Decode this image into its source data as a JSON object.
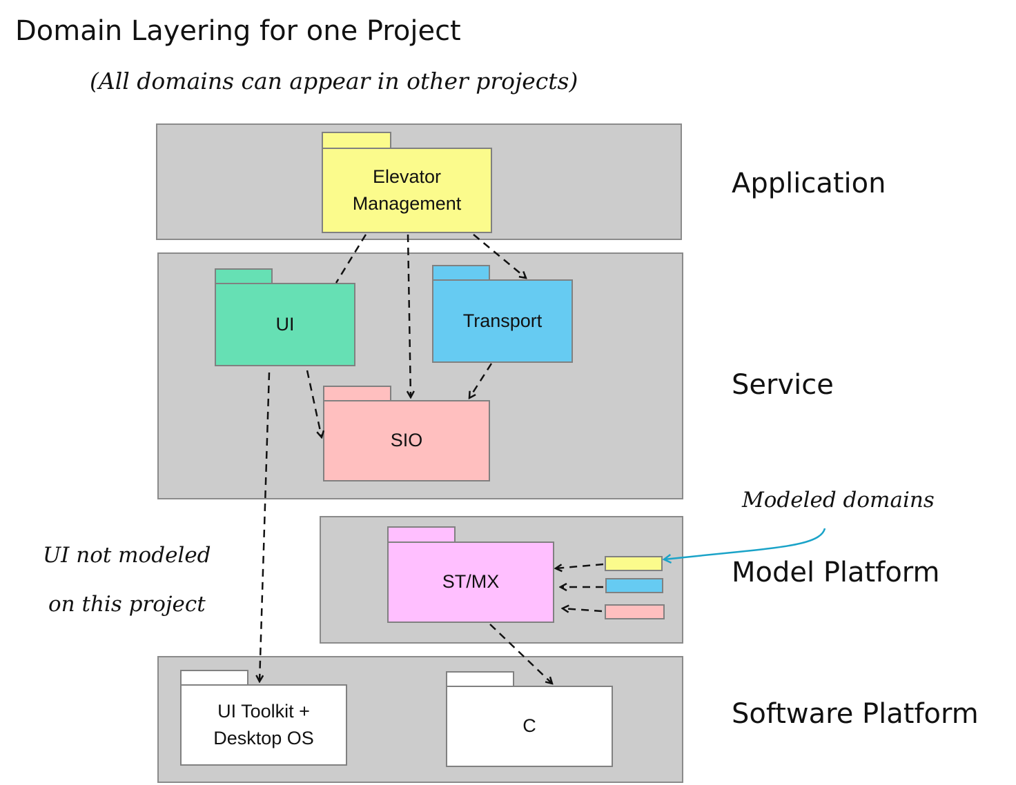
{
  "title": "Domain Layering for one Project",
  "subtitle": "(All domains can appear in other projects)",
  "layers": {
    "application": "Application",
    "service": "Service",
    "model_platform": "Model Platform",
    "software_platform": "Software Platform"
  },
  "packages": {
    "elevator": {
      "label": "Elevator\nManagement",
      "color": "#fbfb8c"
    },
    "ui": {
      "label": "UI",
      "color": "#66e0b4"
    },
    "transport": {
      "label": "Transport",
      "color": "#66cbf2"
    },
    "sio": {
      "label": "SIO",
      "color": "#ffbfbf"
    },
    "stmx": {
      "label": "ST/MX",
      "color": "#ffbfff"
    },
    "toolkit": {
      "label": "UI Toolkit +\nDesktop OS",
      "color": "#ffffff"
    },
    "c": {
      "label": "C",
      "color": "#ffffff"
    }
  },
  "annotations": {
    "modeled_domains": "Modeled domains",
    "ui_not_modeled_1": "UI not modeled",
    "ui_not_modeled_2": "on this project"
  },
  "colors": {
    "layer_fill": "#cccccc",
    "annotation_arrow": "#1aa3c8"
  }
}
